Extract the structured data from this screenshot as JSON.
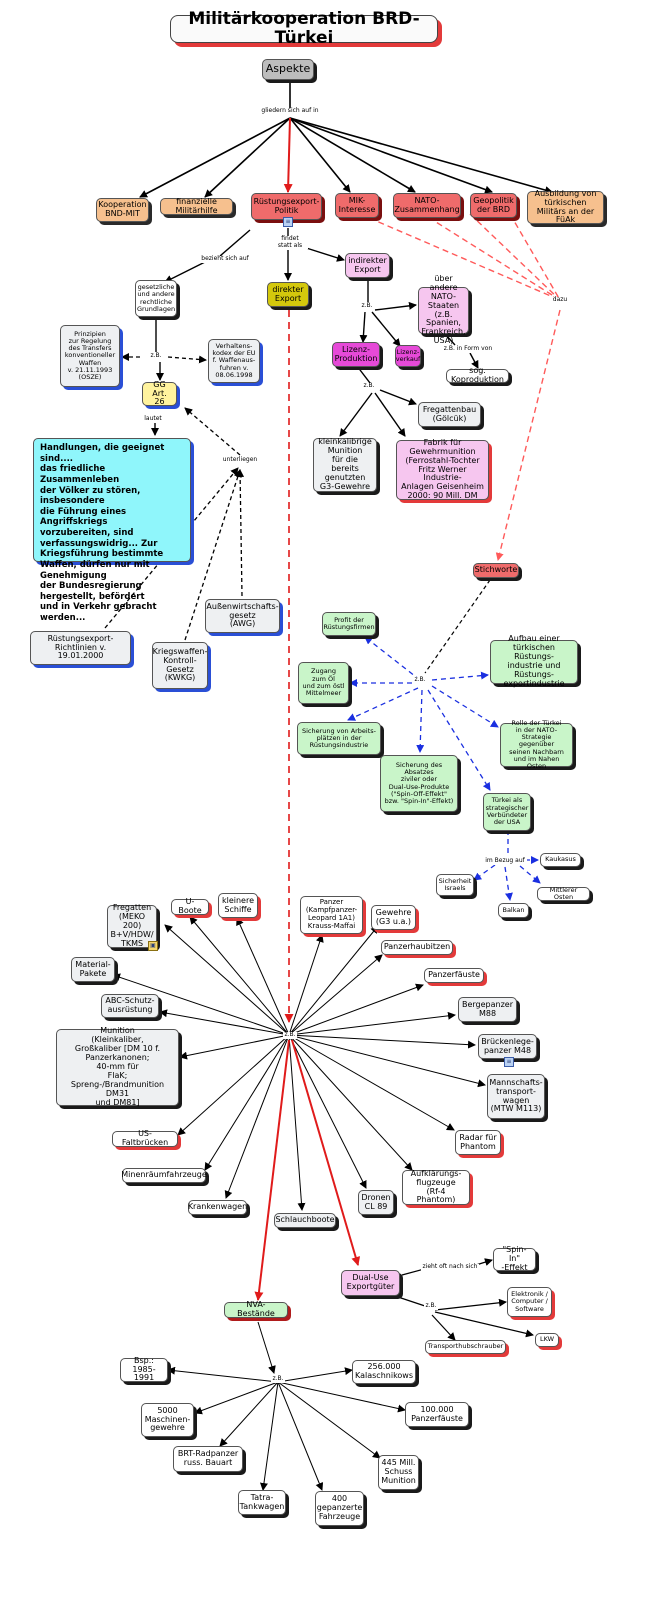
{
  "title": "Militärkooperation BRD-Türkei",
  "aspekte": "Aspekte",
  "links": {
    "gliedern": "gliedern sich auf in",
    "findet": "findet\nstatt als",
    "bezieht": "bezieht sich auf",
    "zb1": "z.B.",
    "zb2": "z.B.",
    "zb3": "z.B.",
    "zb4": "z.B.",
    "zb5": "z.B.",
    "zb6": "z.B.",
    "zb7": "z.B.",
    "zb8": "z.B.",
    "form": "z.B. in Form von",
    "lautet": "lautet",
    "unterliegen": "unterliegen",
    "dazu": "dazu",
    "bezug": "im Bezug auf",
    "zieht": "zieht oft nach sich"
  },
  "aspects": {
    "kooperation": "Kooperation\nBND-MIT",
    "finanzielle": "finanzielle Militärhilfe",
    "ruestung": "Rüstungsexport-\nPolitik",
    "mik": "MIK-\nInteresse",
    "nato": "NATO-\nZusammenhang",
    "geopolitik": "Geopolitik\nder BRD",
    "ausbildung": "Ausbildung von\ntürkischen\nMilitärs an der FüAk"
  },
  "export": {
    "direkter": "direkter\nExport",
    "indirekter": "indirekter\nExport",
    "andere_nato": "über andere\nNATO-Staaten\n(z.B. Spanien,\nFrankreich,\nUSA)",
    "koproduktion": "sog. Koproduktion",
    "lizenz": "Lizenz-\nProduktion",
    "lizenzverkauf": "Lizenz-\nverkauf",
    "fregattenbau": "Fregattenbau\n(Gölcük)",
    "kleinkalibrige": "kleinkalibrige\nMunition\nfür die bereits\ngenutzten\nG3-Gewehre",
    "fabrik": "Fabrik für\nGewehrmunition\n(Ferrostahl-Tochter\nFritz Werner Industrie-\nAnlagen Geisenheim\n2000: 90 Mill. DM"
  },
  "legal": {
    "grundlagen": "gesetzliche\nund andere\nrechtliche\nGrundlagen",
    "prinzipien": "Prinzipien\nzur Regelung\ndes Transfers\nkonventioneller\nWaffen\nv. 21.11.1993\n(OSZE)",
    "verhaltenskodex": "Verhaltens-\nkodex der EU\nf. Waffenaus-\nfuhren v.\n08.06.1998",
    "gg": "GG\nArt. 26",
    "gg_text": "Handlungen, die geeignet sind....\ndas friedliche Zusammenleben\nder Völker zu stören, insbesondere\ndie Führung eines Angriffskriegs\nvorzubereiten, sind\nverfassungswidrig... Zur\nKriegsführung bestimmte\nWaffen, dürfen nur mit Genehmigung\nder Bundesregierung\nhergestellt, befördert\nund in Verkehr gebracht\nwerden...",
    "richtlinien": "Rüstungsexport-\nRichtlinien v. 19.01.2000",
    "kwkg": "Kriegswaffen-\nKontroll-\nGesetz\n(KWKG)",
    "awg": "Außenwirtschafts-\ngesetz\n(AWG)"
  },
  "stichworte": {
    "head": "Stichworte",
    "profit": "Profit der\nRüstungsfirmen",
    "aufbau": "Aufbau einer\ntürkischen Rüstungs-\nindustrie und Rüstungs-\nexportindustrie",
    "zugang": "Zugang\nzum Öl\nund zum östl\nMittelmeer",
    "sicherung_arbeit": "Sicherung von Arbeits-\nplätzen in der\nRüstungsindustrie",
    "rolle": "Rolle der Türkei\nin der NATO-\nStrategie gegenüber\nseinen Nachbarn\nund im Nahen Osten",
    "sicherung_absatz": "Sicherung des\nAbsatzes\nziviler oder\nDual-Use-Produkte\n(\"Spin-Off-Effekt\"\nbzw. \"Spin-In\"-Effekt)",
    "verbuendeter": "Türkei als\nstrategischer\nVerbündeter\nder USA",
    "kaukasus": "Kaukasus",
    "israel": "Sicherheit\nIsraels",
    "mittlerer": "Mittlerer Osten",
    "balkan": "Balkan"
  },
  "weapons": {
    "uboote": "U-Boote",
    "kleinere": "kleinere\nSchiffe",
    "panzer": "Panzer\n(Kampfpanzer-\nLeopard 1A1)\nKrauss-Maffai",
    "gewehre": "Gewehre\n(G3 u.a.)",
    "fregatten": "Fregatten\n(MEKO 200)\nB+V/HDW/\nTKMS",
    "panzerhaubitzen": "Panzerhaubitzen",
    "material": "Material-\nPakete",
    "panzerfaeuste": "Panzerfäuste",
    "abc": "ABC-Schutz-\nausrüstung",
    "bergepanzer": "Bergepanzer\nM88",
    "munition": "Munition\n(Kleinkaliber,\nGroßkaliber [DM 10 f.\nPanzerkanonen;\n40-mm für\nFlaK; Spreng-/Brandmunition\nDM31\nund DM81]",
    "brueckenlege": "Brückenlege-\npanzer M48",
    "mannschafts": "Mannschafts-\ntransport-\nwagen\n(MTW M113)",
    "faltbruecken": "US-Faltbrücken",
    "radar": "Radar für\nPhantom",
    "minen": "Minenräumfahrzeuge",
    "aufklaerung": "Aufklärungs-\nflugzeuge\n(Rf-4 Phantom)",
    "kranken": "Krankenwagen",
    "dronen": "Dronen\nCL 89",
    "schlauchboote": "Schlauchboote"
  },
  "dualuse": {
    "head": "Dual-Use\nExportgüter",
    "spinin": "\"Spin-In\"\n-Effekt",
    "elektronik": "Elektronik /\nComputer /\nSoftware",
    "transport": "Transporthubschrauber",
    "lkw": "LKW"
  },
  "nva": {
    "head": "NVA-Bestände",
    "bsp": "Bsp.:\n1985-1991",
    "kalaschnikows": "256.000\nKalaschnikows",
    "maschinen": "5000\nMaschinen-\ngewehre",
    "panzerfaeuste": "100.000\nPanzerfäuste",
    "brt": "BRT-Radpanzer\nruss. Bauart",
    "schuss": "445 Mill.\nSchuss\nMunition",
    "tatra": "Tatra-\nTankwagen",
    "gepanzerte": "400\ngepanzerte\nFahrzeuge"
  }
}
